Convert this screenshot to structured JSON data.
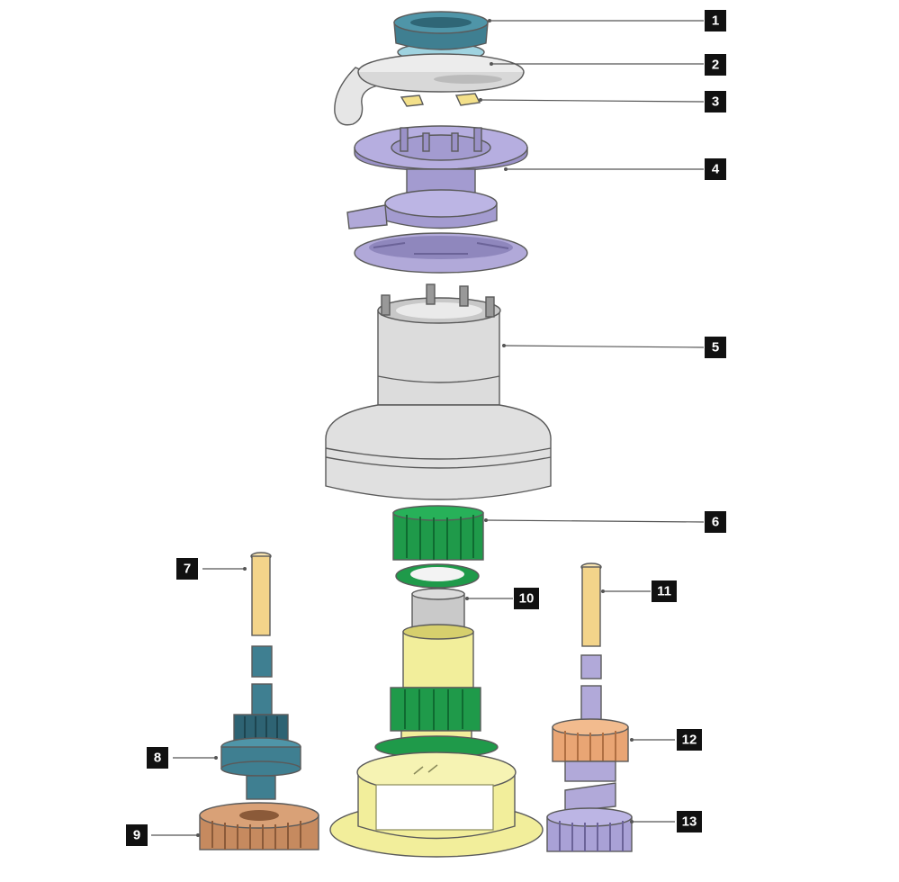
{
  "diagram": {
    "type": "exploded-assembly",
    "callouts": [
      {
        "id": "1",
        "label": "1"
      },
      {
        "id": "2",
        "label": "2"
      },
      {
        "id": "3",
        "label": "3"
      },
      {
        "id": "4",
        "label": "4"
      },
      {
        "id": "5",
        "label": "5"
      },
      {
        "id": "6",
        "label": "6"
      },
      {
        "id": "7",
        "label": "7"
      },
      {
        "id": "8",
        "label": "8"
      },
      {
        "id": "9",
        "label": "9"
      },
      {
        "id": "10",
        "label": "10"
      },
      {
        "id": "11",
        "label": "11"
      },
      {
        "id": "12",
        "label": "12"
      },
      {
        "id": "13",
        "label": "13"
      }
    ],
    "part_colors": {
      "top_cap": "#3f7f91",
      "handle_plate": "#e6e6e6",
      "brass_pawls": "#f3e08a",
      "lilac_parts": "#b1a9d9",
      "drum": "#dcdcdc",
      "green_gear": "#1f9a4a",
      "blue_gear": "#3f7f91",
      "pale_yellow": "#f2ee9b",
      "copper_gear": "#c68a5f",
      "orange_gear": "#e9a574",
      "pin": "#f3d48a"
    }
  }
}
